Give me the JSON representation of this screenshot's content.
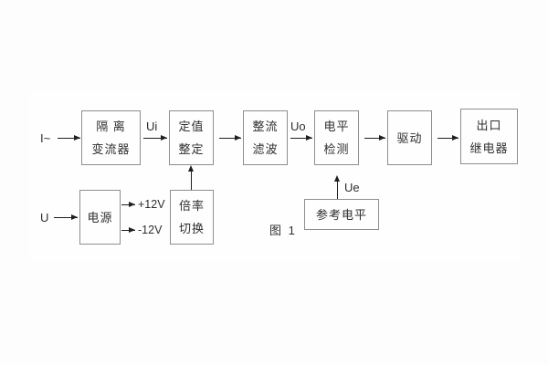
{
  "figure": {
    "caption": "图 1",
    "inputs": {
      "current": "I~",
      "voltage": "U"
    },
    "signal_labels": {
      "ui": "Ui",
      "uo": "Uo",
      "ue": "Ue"
    },
    "power_rails": {
      "positive": "+12V",
      "negative": "-12V"
    },
    "blocks": {
      "isolation": {
        "line1": "隔 离",
        "line2": "变流器"
      },
      "setting": {
        "line1": "定值",
        "line2": "整定"
      },
      "rectifier": {
        "line1": "整流",
        "line2": "滤波"
      },
      "level": {
        "line1": "电平",
        "line2": "检测"
      },
      "driver": {
        "label": "驱动"
      },
      "output": {
        "line1": "出口",
        "line2": "继电器"
      },
      "power": {
        "label": "电源"
      },
      "ratio": {
        "line1": "倍率",
        "line2": "切换"
      },
      "reference": {
        "label": "参考电平"
      }
    },
    "colors": {
      "background": "#fdfdfd",
      "box_border": "#8e8e8e",
      "text": "#2e2e2e",
      "arrow": "#1f1f1f"
    }
  }
}
